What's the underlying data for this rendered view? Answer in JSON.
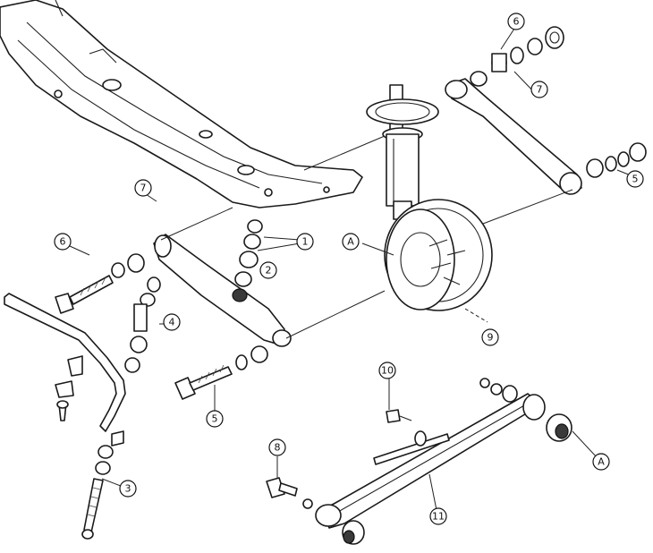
{
  "callouts": {
    "c1": "1",
    "c2": "2",
    "c3": "3",
    "c4": "4",
    "c5a": "5",
    "c5b": "5",
    "c6a": "6",
    "c6b": "6",
    "c7a": "7",
    "c7b": "7",
    "c8": "8",
    "c9": "9",
    "c10": "10",
    "c11": "11",
    "cAa": "A",
    "cAb": "A"
  }
}
